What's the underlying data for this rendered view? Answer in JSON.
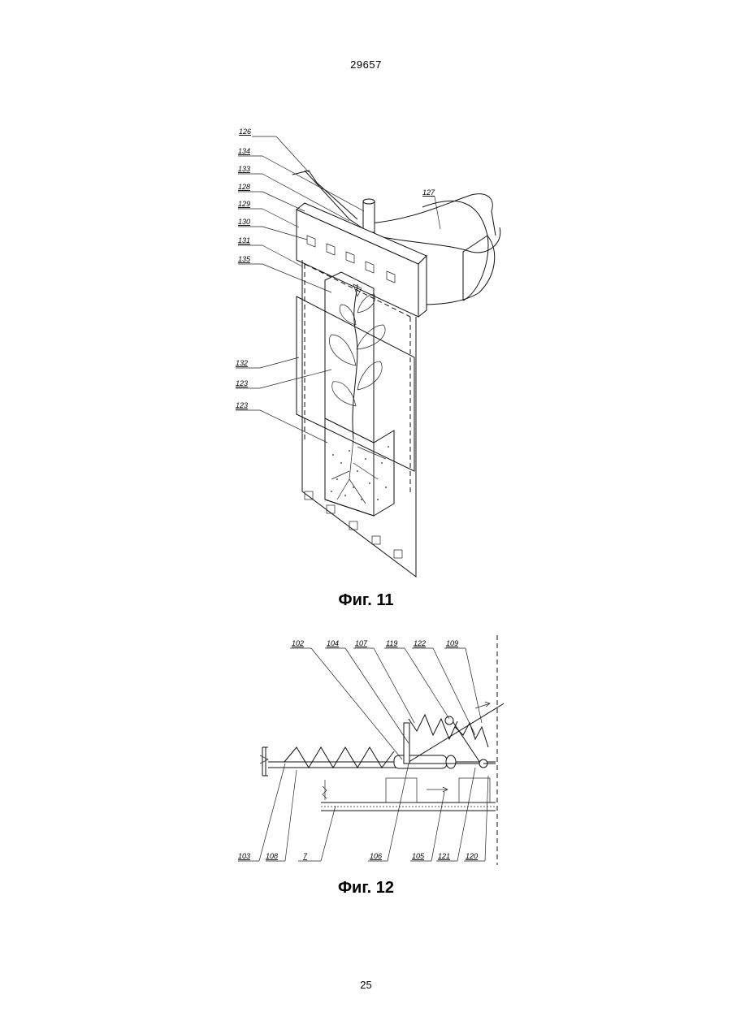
{
  "header": {
    "patent_number": "29657"
  },
  "footer": {
    "page_number": "25"
  },
  "figure11": {
    "caption": "Фиг. 11",
    "labels": [
      "126",
      "134",
      "133",
      "128",
      "129",
      "130",
      "131",
      "135",
      "132",
      "123",
      "123",
      "127"
    ]
  },
  "figure12": {
    "caption": "Фиг. 12",
    "top_labels": [
      "102",
      "104",
      "107",
      "119",
      "122",
      "109"
    ],
    "bottom_labels": [
      "103",
      "108",
      "7",
      "106",
      "105",
      "121",
      "120"
    ]
  }
}
